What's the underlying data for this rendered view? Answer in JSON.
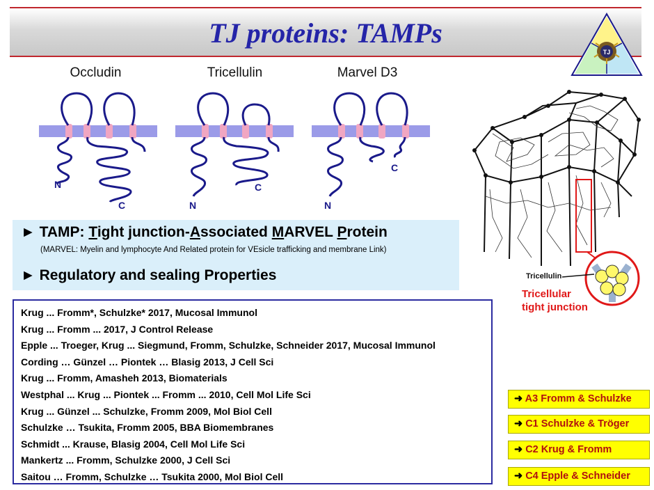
{
  "title": "TJ proteins: TAMPs",
  "logo": {
    "text": "TJ"
  },
  "proteins": [
    {
      "name": "Occludin",
      "n_label": "N",
      "c_label": "C"
    },
    {
      "name": "Tricellulin",
      "n_label": "N",
      "c_label": "C"
    },
    {
      "name": "Marvel D3",
      "n_label": "N",
      "c_label": "C"
    }
  ],
  "info": {
    "line1_prefix": "► TAMP: ",
    "line1_t": "T",
    "line1_ight": "ight junction-",
    "line1_a": "A",
    "line1_ssoc": "ssociated ",
    "line1_m": "M",
    "line1_arvel": "ARVEL ",
    "line1_p": "P",
    "line1_rotein": "rotein",
    "marvel_def": "(MARVEL: Myelin and lymphocyte And Related protein for VEsicle trafficking and membrane Link)",
    "line2": "► Regulatory and sealing Properties"
  },
  "figure": {
    "tricellulin_label": "Tricellulin",
    "junction_label_1": "Tricellular",
    "junction_label_2": "tight junction"
  },
  "references": [
    "Krug ... Fromm*, Schulzke* 2017, Mucosal Immunol",
    "Krug ... Fromm ... 2017, J Control Release",
    "Epple ... Troeger, Krug ... Siegmund, Fromm, Schulzke, Schneider 2017, Mucosal Immunol",
    "Cording … Günzel … Piontek … Blasig 2013, J Cell Sci",
    "Krug ... Fromm, Amasheh 2013, Biomaterials",
    "Westphal ... Krug ... Piontek ... Fromm ... 2010, Cell Mol Life Sci",
    "Krug ... Günzel ... Schulzke, Fromm 2009, Mol Biol Cell",
    "Schulzke … Tsukita, Fromm 2005, BBA Biomembranes",
    "Schmidt ... Krause, Blasig 2004, Cell Mol Life Sci",
    "Mankertz ... Fromm, Schulzke 2000, J Cell Sci",
    "Saitou … Fromm, Schulzke … Tsukita 2000, Mol Biol Cell"
  ],
  "links": {
    "arrow": "➜",
    "a3": "A3 Fromm & Schulzke",
    "c1": "C1 Schulzke & Tröger",
    "c2": "C2 Krug & Fromm",
    "c4": "C4 Epple & Schneider"
  },
  "colors": {
    "title": "#2424a8",
    "rule": "#c0272d",
    "membrane": "#9b9be8",
    "segment": "#f0a6c2",
    "info_bg": "#daeffa",
    "ref_border": "#2b2ba0",
    "link_bg": "#ffff00",
    "link_text": "#b01010",
    "junction_label": "#e01818"
  }
}
